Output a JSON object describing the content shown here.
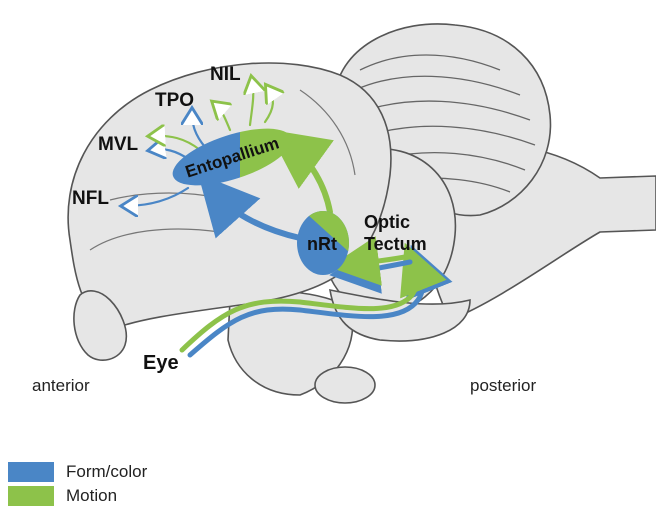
{
  "labels": {
    "nil": "NIL",
    "tpo": "TPO",
    "mvl": "MVL",
    "nfl": "NFL",
    "entopallium": "Entopallium",
    "nrt": "nRt",
    "optic": "Optic",
    "tectum": "Tectum",
    "eye": "Eye",
    "anterior": "anterior",
    "posterior": "posterior"
  },
  "legend": [
    {
      "label": "Form/color",
      "color": "#4a86c6"
    },
    {
      "label": "Motion",
      "color": "#8dc24a"
    }
  ],
  "colors": {
    "blue": "#4a86c6",
    "green": "#8dc24a",
    "brain_fill": "#e6e6e6",
    "brain_stroke": "#555555"
  }
}
